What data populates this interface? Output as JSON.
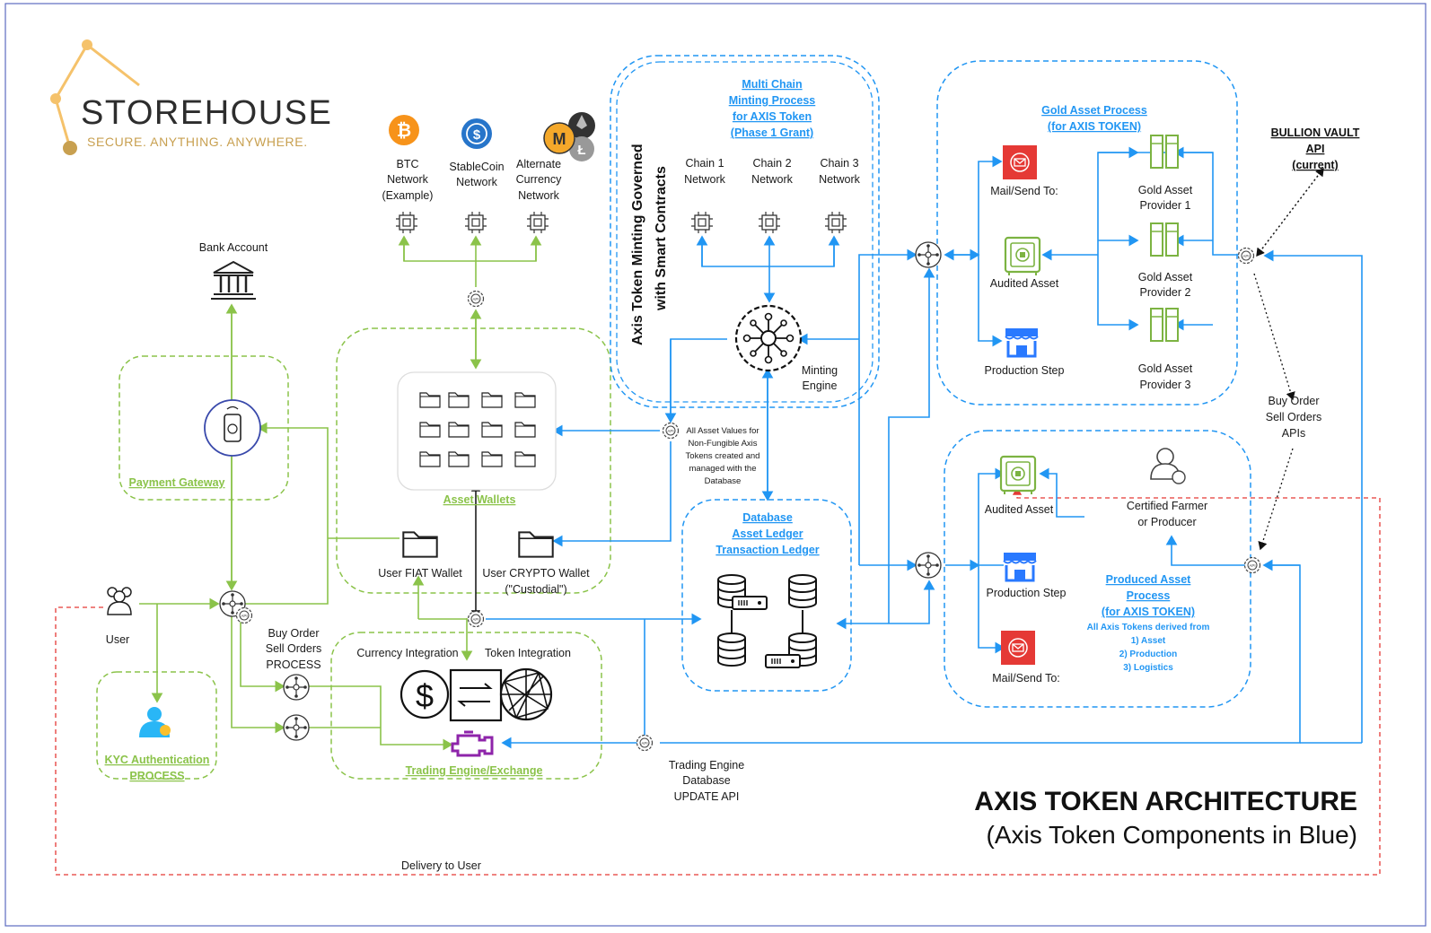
{
  "colors": {
    "green": "#8bc34a",
    "blue": "#2196f3",
    "red": "#e53935",
    "gold": "#b8860b",
    "frame": "#3f51b5"
  },
  "logo": {
    "title": "STOREHOUSE",
    "tagline": "SECURE. ANYTHING. ANYWHERE."
  },
  "headline": {
    "title": "AXIS TOKEN ARCHITECTURE",
    "subtitle": "(Axis Token Components in Blue)"
  },
  "networks": {
    "btc": [
      "BTC",
      "Network",
      "(Example)"
    ],
    "stable": [
      "StableCoin",
      "Network"
    ],
    "alt": [
      "Alternate",
      "Currency",
      "Network"
    ]
  },
  "bank_account": "Bank Account",
  "payment_gateway": "Payment Gateway",
  "asset_wallets": "Asset Wallets",
  "user_fiat_wallet": "User FIAT Wallet",
  "user_crypto_wallet": [
    "User CRYPTO Wallet",
    "(\"Custodial\")"
  ],
  "user": "User",
  "kyc": [
    "KYC Authentication",
    "PROCESS"
  ],
  "buy_sell_process": [
    "Buy Order",
    "Sell Orders",
    "PROCESS"
  ],
  "currency_integration": "Currency Integration",
  "token_integration": "Token Integration",
  "trading_engine": "Trading Engine/Exchange",
  "trading_db_api": [
    "Trading Engine",
    "Database",
    "UPDATE API"
  ],
  "minting_governed": [
    "Axis Token Minting Governed",
    "with Smart Contracts"
  ],
  "multi_chain": [
    "Multi Chain",
    "Minting Process",
    "for AXIS Token",
    "(Phase 1 Grant)"
  ],
  "chains": [
    [
      "Chain 1",
      "Network"
    ],
    [
      "Chain 2",
      "Network"
    ],
    [
      "Chain 3",
      "Network"
    ]
  ],
  "minting_engine": [
    "Minting",
    "Engine"
  ],
  "asset_values_note": [
    "All Asset Values for",
    "Non-Fungible Axis",
    "Tokens created and",
    "managed with the",
    "Database"
  ],
  "database": [
    "Database",
    "Asset Ledger",
    "Transaction Ledger"
  ],
  "gold_process": [
    "Gold Asset Process",
    "(for AXIS TOKEN)"
  ],
  "mail_send": "Mail/Send To:",
  "audited_asset": "Audited Asset",
  "production_step": "Production Step",
  "gold_providers": [
    [
      "Gold Asset",
      "Provider 1"
    ],
    [
      "Gold Asset",
      "Provider 2"
    ],
    [
      "Gold Asset",
      "Provider 3"
    ]
  ],
  "bullion_api": [
    "BULLION VAULT",
    "API",
    "(current)"
  ],
  "buy_sell_apis": [
    "Buy Order",
    "Sell Orders",
    "APIs"
  ],
  "certified_farmer": [
    "Certified Farmer",
    "or Producer"
  ],
  "produced_process": [
    "Produced Asset",
    "Process",
    "(for AXIS TOKEN)"
  ],
  "derived_list": [
    "All Axis Tokens derived from",
    "1) Asset",
    "2) Production",
    "3) Logistics"
  ],
  "delivery": "Delivery to User"
}
